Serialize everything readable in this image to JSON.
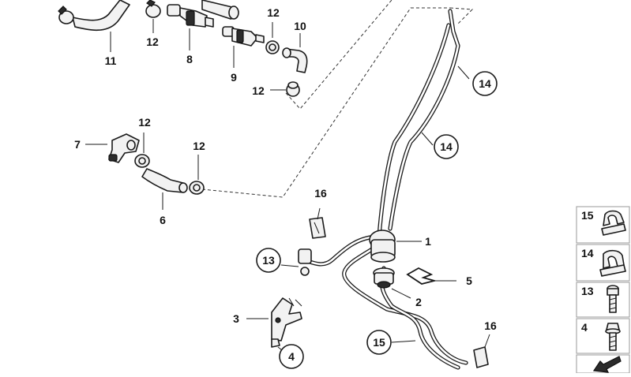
{
  "callouts": {
    "c1": "1",
    "c2": "2",
    "c3": "3",
    "c4": "4",
    "c5": "5",
    "c6": "6",
    "c7": "7",
    "c8": "8",
    "c9": "9",
    "c10": "10",
    "c11": "11",
    "c12a": "12",
    "c12b": "12",
    "c12c": "12",
    "c12d": "12",
    "c12e": "12",
    "c13": "13",
    "c14a": "14",
    "c14b": "14",
    "c15": "15",
    "c16a": "16",
    "c16b": "16"
  },
  "legend": [
    {
      "label": "15",
      "icon": "hose-clamp-icon"
    },
    {
      "label": "14",
      "icon": "hose-clamp-icon"
    },
    {
      "label": "13",
      "icon": "bolt-icon"
    },
    {
      "label": "4",
      "icon": "bolt-icon"
    },
    {
      "label": "",
      "icon": "diagram-arrow-icon"
    }
  ]
}
